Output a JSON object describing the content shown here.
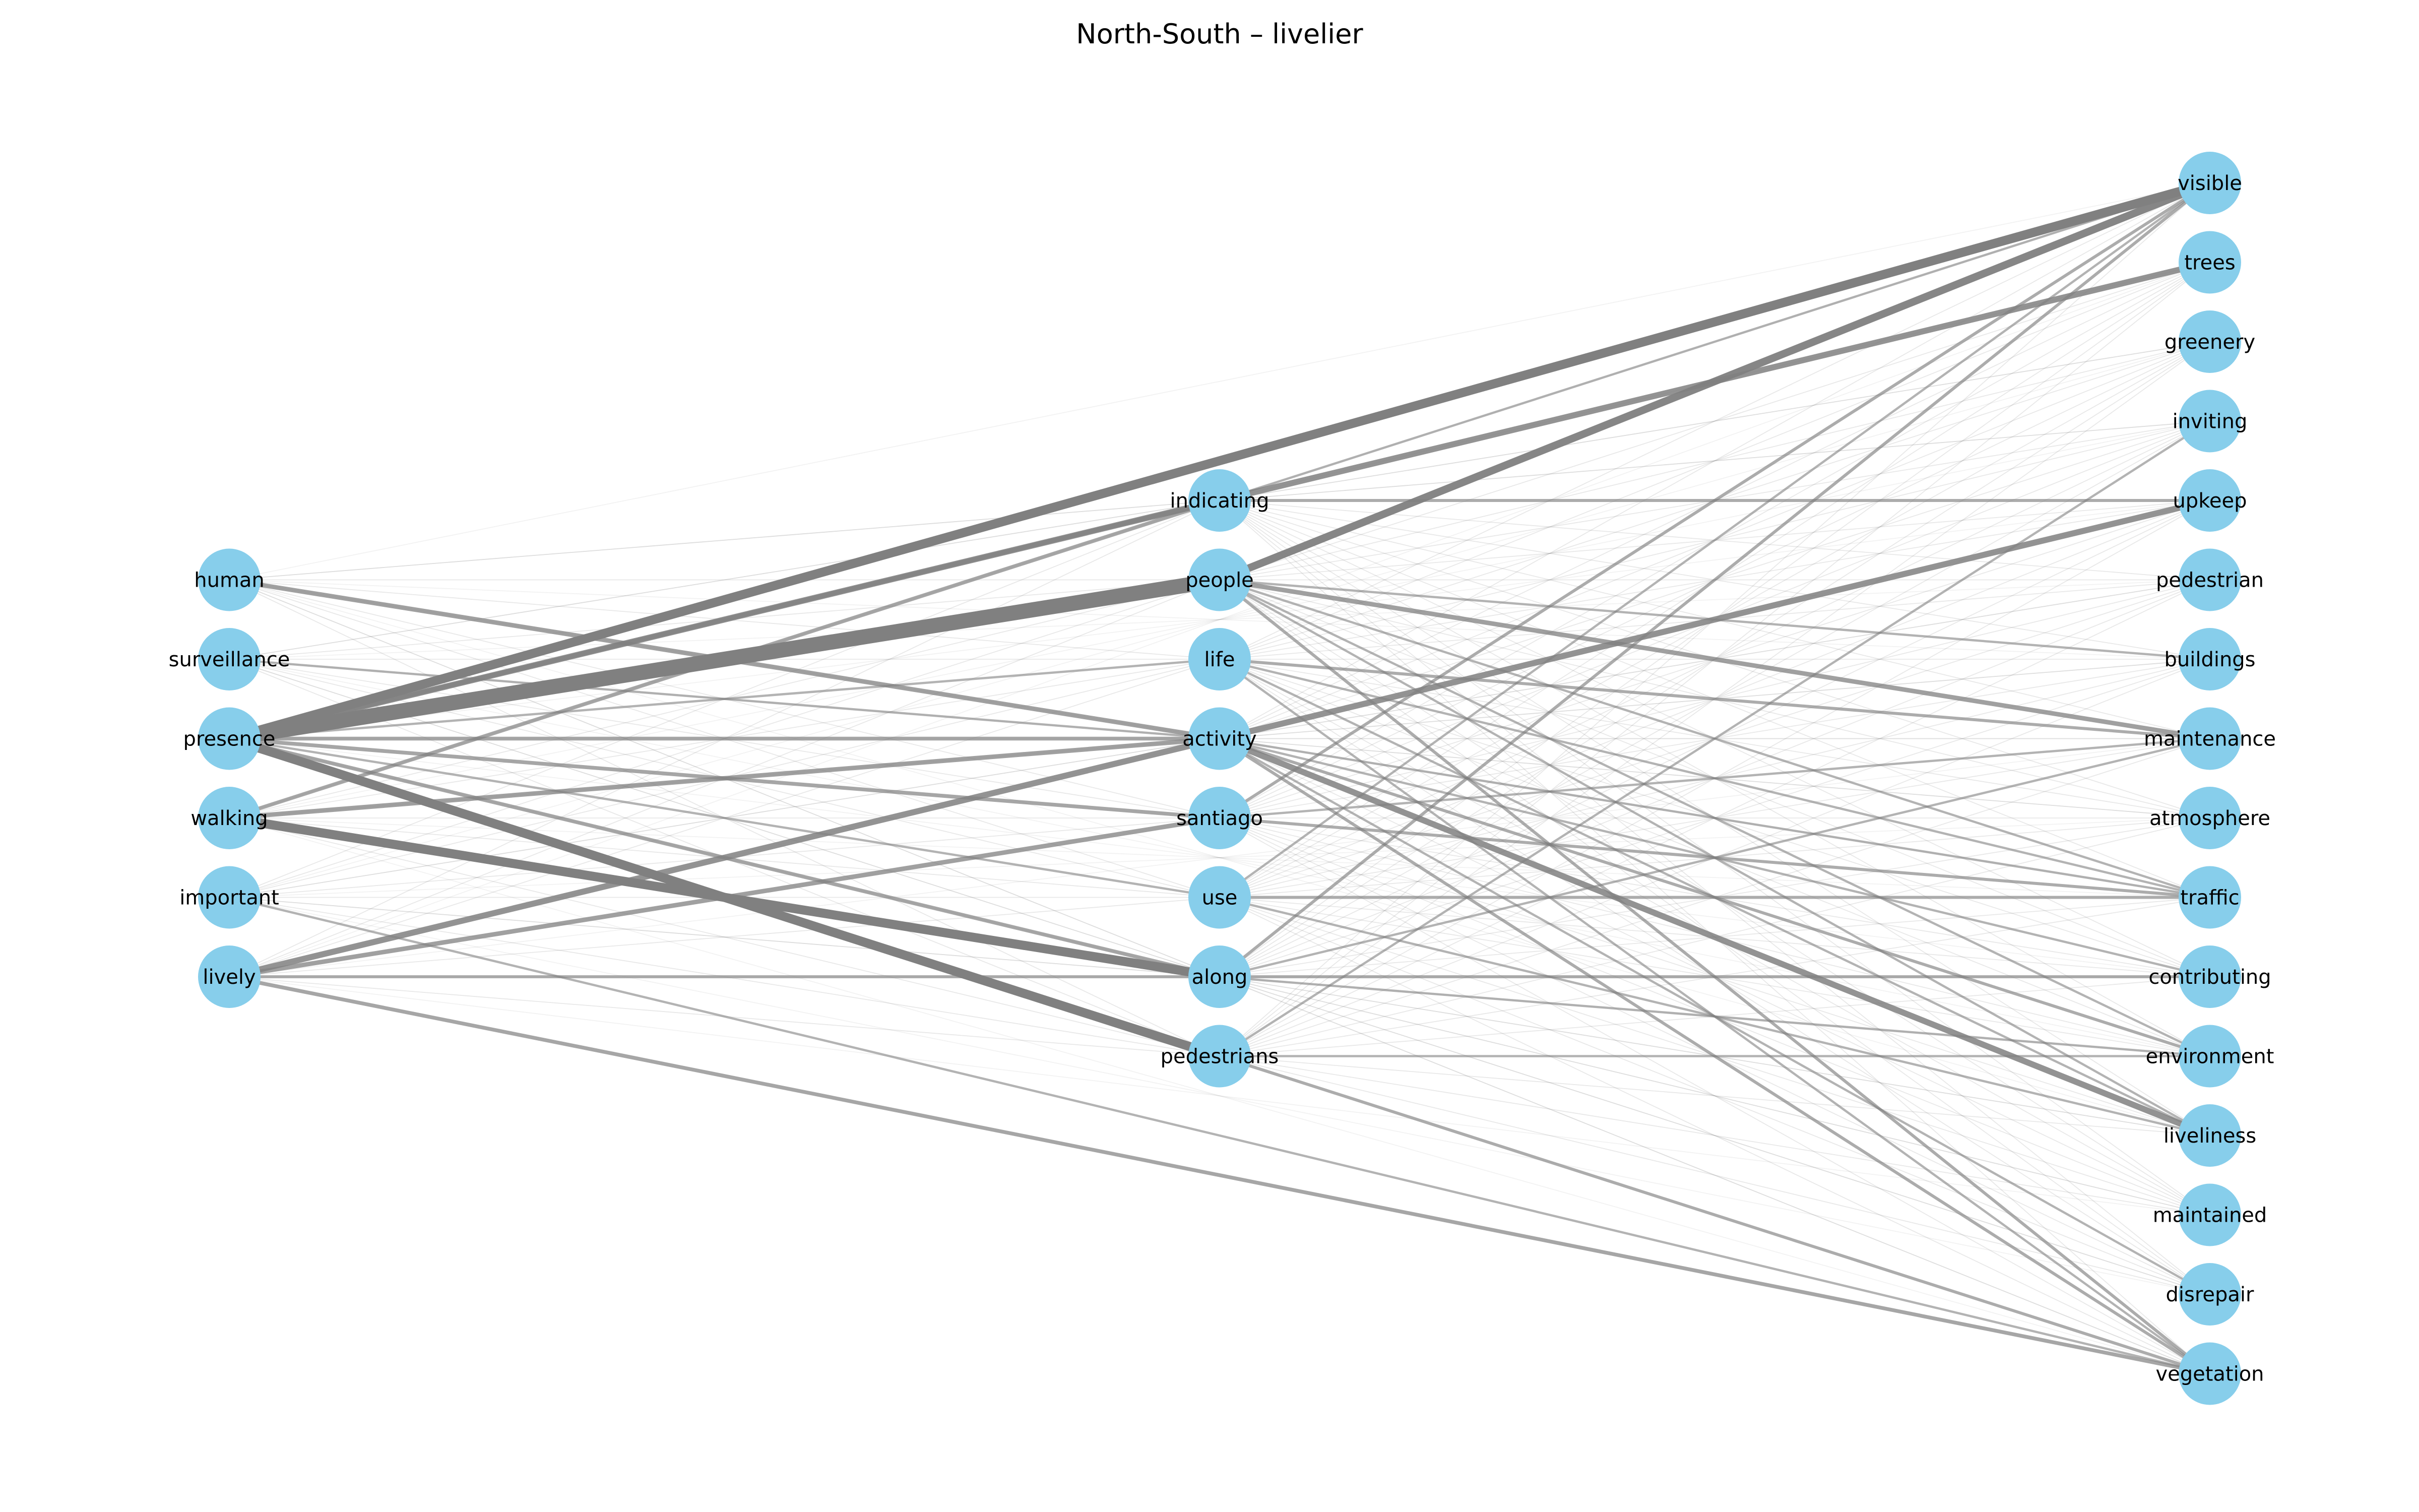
{
  "title": "North-South – livelier",
  "colors": {
    "node": "#87ceeb",
    "edge": "#808080",
    "background": "#ffffff"
  },
  "nodes": {
    "left": [
      "human",
      "surveillance",
      "presence",
      "walking",
      "important",
      "lively"
    ],
    "middle": [
      "indicating",
      "people",
      "life",
      "activity",
      "santiago",
      "use",
      "along",
      "pedestrians"
    ],
    "right": [
      "visible",
      "trees",
      "greenery",
      "inviting",
      "upkeep",
      "pedestrian",
      "buildings",
      "maintenance",
      "atmosphere",
      "traffic",
      "contributing",
      "environment",
      "liveliness",
      "maintained",
      "disrepair",
      "vegetation"
    ]
  },
  "strong_edges": [
    [
      "presence",
      "people",
      10
    ],
    [
      "presence",
      "visible",
      6
    ],
    [
      "presence",
      "pedestrians",
      6
    ],
    [
      "walking",
      "along",
      6
    ],
    [
      "people",
      "visible",
      5
    ],
    [
      "presence",
      "trees",
      4
    ],
    [
      "activity",
      "upkeep",
      4
    ],
    [
      "lively",
      "activity",
      4
    ],
    [
      "activity",
      "liveliness",
      4
    ],
    [
      "presence",
      "indicating",
      3
    ],
    [
      "human",
      "activity",
      3
    ],
    [
      "lively",
      "santiago",
      3
    ],
    [
      "people",
      "maintenance",
      3
    ],
    [
      "walking",
      "activity",
      3
    ],
    [
      "walking",
      "indicating",
      2.5
    ],
    [
      "presence",
      "activity",
      2.5
    ],
    [
      "presence",
      "along",
      2.5
    ],
    [
      "presence",
      "santiago",
      2.5
    ],
    [
      "lively",
      "vegetation",
      2.5
    ],
    [
      "lively",
      "along",
      2
    ],
    [
      "indicating",
      "upkeep",
      2
    ],
    [
      "people",
      "vegetation",
      2
    ],
    [
      "life",
      "maintenance",
      2
    ],
    [
      "activity",
      "vegetation",
      2
    ],
    [
      "activity",
      "environment",
      2
    ],
    [
      "santiago",
      "traffic",
      2
    ],
    [
      "use",
      "traffic",
      2
    ],
    [
      "along",
      "contributing",
      2
    ],
    [
      "along",
      "visible",
      2
    ],
    [
      "pedestrians",
      "vegetation",
      2
    ],
    [
      "santiago",
      "visible",
      2
    ],
    [
      "important",
      "vegetation",
      1.5
    ],
    [
      "surveillance",
      "activity",
      1.5
    ],
    [
      "presence",
      "life",
      1.5
    ],
    [
      "presence",
      "use",
      1.5
    ],
    [
      "life",
      "traffic",
      1.5
    ],
    [
      "life",
      "liveliness",
      1.5
    ],
    [
      "people",
      "traffic",
      1.5
    ],
    [
      "people",
      "liveliness",
      1.5
    ],
    [
      "people",
      "environment",
      1.5
    ],
    [
      "people",
      "buildings",
      1.5
    ],
    [
      "activity",
      "contributing",
      1.5
    ],
    [
      "activity",
      "traffic",
      1.5
    ],
    [
      "activity",
      "disrepair",
      1.5
    ],
    [
      "use",
      "visible",
      1.5
    ],
    [
      "use",
      "liveliness",
      1.5
    ],
    [
      "pedestrians",
      "environment",
      1.5
    ],
    [
      "pedestrians",
      "inviting",
      1.5
    ],
    [
      "santiago",
      "maintenance",
      1.5
    ],
    [
      "along",
      "environment",
      1.5
    ],
    [
      "along",
      "maintenance",
      1.5
    ],
    [
      "indicating",
      "visible",
      1.5
    ],
    [
      "life",
      "vegetation",
      1.5
    ]
  ],
  "weak_edge_weight": 0.6
}
